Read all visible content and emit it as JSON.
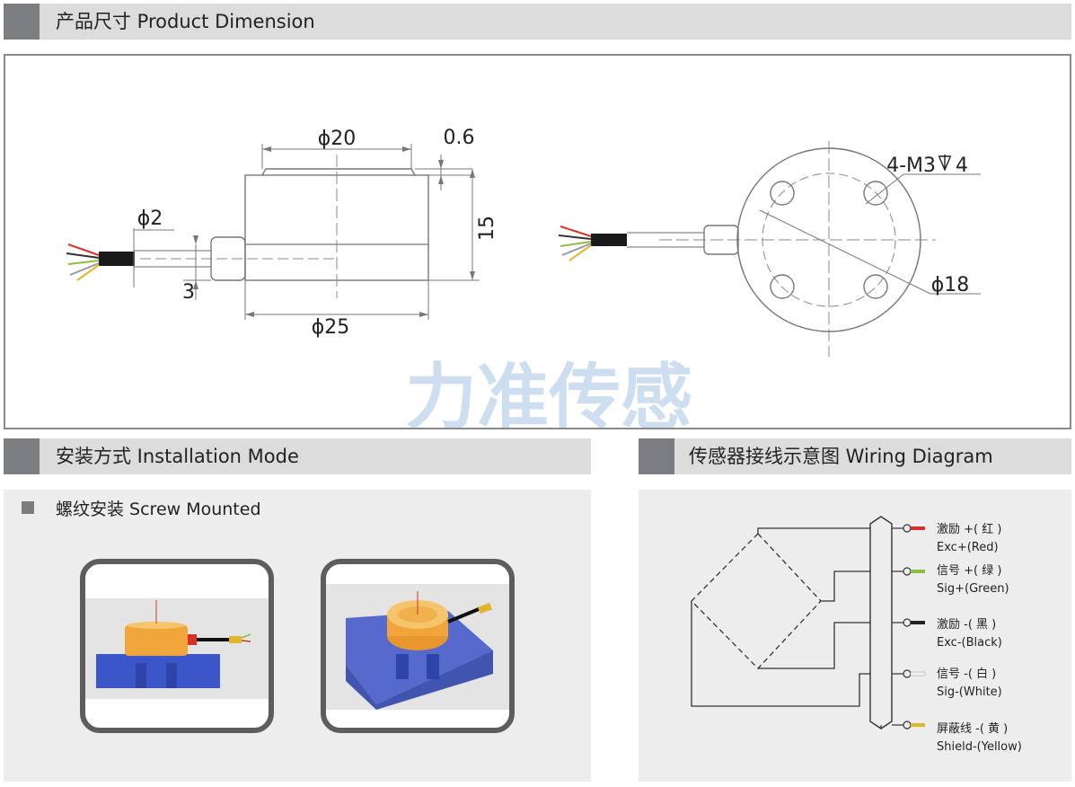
{
  "headers": {
    "dimension": "产品尺寸 Product Dimension",
    "installation": "安装方式 Installation Mode",
    "wiring": "传感器接线示意图 Wiring Diagram"
  },
  "dimensions": {
    "d20": "ϕ20",
    "t06": "0.6",
    "d2": "ϕ2",
    "h15": "15",
    "h3": "3",
    "d25": "ϕ25",
    "holes": "4-M3",
    "holes_depth": "4",
    "d18": "ϕ18"
  },
  "watermark": "力准传感",
  "installation": {
    "mode": "螺纹安装 Screw Mounted"
  },
  "wiring": {
    "wires": [
      {
        "cn": "激励 +( 红 )",
        "en": "Exc+(Red)",
        "color": "#d9302c"
      },
      {
        "cn": "信号 +( 绿 )",
        "en": "Sig+(Green)",
        "color": "#8cbf3f"
      },
      {
        "cn": "激励 -( 黑 )",
        "en": "Exc-(Black)",
        "color": "#222222"
      },
      {
        "cn": "信号 -( 白 )",
        "en": "Sig-(White)",
        "color": "#f2f2f2"
      },
      {
        "cn": "屏蔽线 -( 黄 )",
        "en": "Shield-(Yellow)",
        "color": "#e0b72a"
      }
    ]
  },
  "colors": {
    "header_bg": "#dcdcdc",
    "header_block": "#7b7d80",
    "sensor_orange": "#f0a53a",
    "base_blue": "#3c55c8",
    "watermark": "#bcd3ea"
  }
}
